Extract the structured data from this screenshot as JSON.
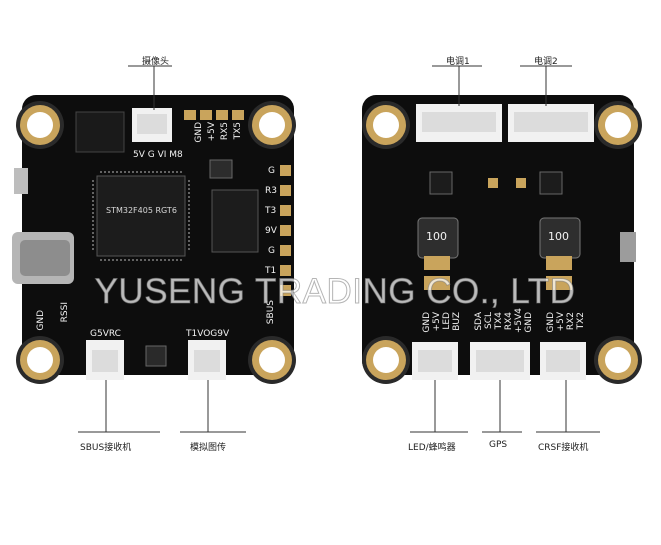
{
  "watermark": "YUSENG TRADING CO., LTD",
  "colors": {
    "pcb": "#0c0c0c",
    "pad": "#c9a45c",
    "connector": "#f1f1f1",
    "background": "#ffffff"
  },
  "left_board": {
    "callouts": {
      "camera": "摄像头",
      "sbus": "SBUS接收机",
      "analog_vtx": "模拟图传"
    },
    "pin_labels": {
      "camera_pins": "5V G VI M8",
      "tx5": "TX5",
      "rx5": "RX5",
      "plus5v": "+5V",
      "gnd": "GND",
      "g_top": "G",
      "r3": "R3",
      "t3": "T3",
      "nine_v": "9V",
      "g_mid": "G",
      "t1": "T1",
      "sbus": "SBUS",
      "rssi": "RSSI",
      "gnd_left": "GND",
      "g5vrc": "G5VRC",
      "t1vog9v": "T1VOG9V"
    },
    "chip_text": "STM32F405 RGT6"
  },
  "right_board": {
    "callouts": {
      "esc1": "电调1",
      "esc2": "电调2",
      "led_buzzer": "LED/蜂鸣器",
      "gps": "GPS",
      "crsf": "CRSF接收机"
    },
    "inductor_values": [
      "100",
      "100"
    ],
    "pin_groups": {
      "led": [
        "GND",
        "+5V",
        "LED",
        "BUZ"
      ],
      "gps": [
        "SDA",
        "SCL",
        "TX4",
        "RX4",
        "+5V4",
        "GND"
      ],
      "crsf": [
        "GND",
        "+5V",
        "RX2",
        "TX2"
      ]
    }
  }
}
